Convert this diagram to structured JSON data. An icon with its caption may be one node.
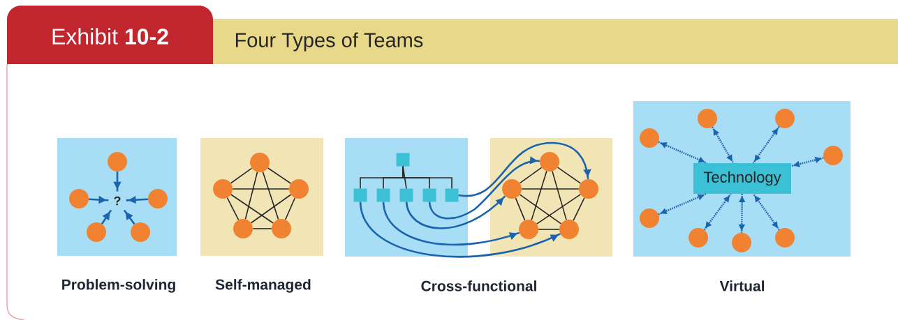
{
  "diagram": {
    "title": "Four Types of Teams",
    "nodes": [
      {
        "text": [],
        "shape": "box"
      },
      {
        "text": [
          "?"
        ],
        "in": 0
      },
      {
        "text": [],
        "shape": "circle",
        "in": 0
      },
      {
        "text": [],
        "shape": "circle",
        "in": 0
      },
      {
        "text": [],
        "shape": "circle",
        "in": 0
      },
      {
        "text": [],
        "shape": "circle",
        "in": 0
      },
      {
        "text": [],
        "shape": "circle",
        "in": 0
      },
      {
        "text": [],
        "shape": "box"
      },
      {
        "text": [],
        "shape": "circle",
        "in": 7
      },
      {
        "text": [],
        "shape": "circle",
        "in": 7
      },
      {
        "text": [],
        "shape": "circle",
        "in": 7
      },
      {
        "text": [],
        "shape": "circle",
        "in": 7
      },
      {
        "text": [],
        "shape": "circle",
        "in": 7
      },
      {
        "text": [],
        "shape": "box"
      },
      {
        "text": [],
        "shape": "box",
        "in": 13
      },
      {
        "text": [],
        "shape": "box",
        "in": 13
      },
      {
        "text": [],
        "shape": "box",
        "in": 13
      },
      {
        "text": [],
        "shape": "box",
        "in": 13
      },
      {
        "text": [],
        "shape": "box",
        "in": 13
      },
      {
        "text": [],
        "shape": "box",
        "in": 13
      },
      {
        "text": [],
        "shape": "box"
      },
      {
        "text": [],
        "shape": "circle",
        "in": 20
      },
      {
        "text": [],
        "shape": "circle",
        "in": 20
      },
      {
        "text": [],
        "shape": "circle",
        "in": 20
      },
      {
        "text": [],
        "shape": "circle",
        "in": 20
      },
      {
        "text": [],
        "shape": "circle",
        "in": 20
      },
      {
        "text": [],
        "shape": "box"
      },
      {
        "text": [],
        "shape": "circle",
        "in": 26
      },
      {
        "text": [],
        "shape": "circle",
        "in": 26
      },
      {
        "text": [],
        "shape": "circle",
        "in": 26
      },
      {
        "text": [],
        "shape": "circle",
        "in": 26
      },
      {
        "text": [
          "Technology"
        ],
        "in": 26
      },
      {
        "text": [],
        "shape": "circle",
        "in": 26
      },
      {
        "text": [],
        "shape": "circle",
        "in": 26
      },
      {
        "text": [],
        "shape": "circle",
        "in": 26
      },
      {
        "text": [],
        "shape": "circle",
        "in": 26
      }
    ],
    "edges": [
      {
        "from": 2,
        "to": 1,
        "arrow": "to",
        "color": "#1a63ad"
      },
      {
        "from": 3,
        "to": 1,
        "arrow": "to",
        "color": "#1a63ad"
      },
      {
        "from": 4,
        "to": 1,
        "arrow": "to",
        "color": "#1a63ad"
      },
      {
        "from": 5,
        "to": 1,
        "arrow": "to",
        "color": "#1a63ad"
      },
      {
        "from": 6,
        "to": 1,
        "arrow": "to",
        "color": "#1a63ad"
      },
      {
        "from": 8,
        "to": 9,
        "arrow": "none"
      },
      {
        "from": 8,
        "to": 10,
        "arrow": "none"
      },
      {
        "from": 8,
        "to": 11,
        "arrow": "none"
      },
      {
        "from": 8,
        "to": 12,
        "arrow": "none"
      },
      {
        "from": 9,
        "to": 10,
        "arrow": "none"
      },
      {
        "from": 9,
        "to": 11,
        "arrow": "none"
      },
      {
        "from": 9,
        "to": 12,
        "arrow": "none"
      },
      {
        "from": 10,
        "to": 11,
        "arrow": "none"
      },
      {
        "from": 10,
        "to": 12,
        "arrow": "none"
      },
      {
        "from": 11,
        "to": 12,
        "arrow": "none"
      },
      {
        "from": 14,
        "to": 15,
        "arrow": "none"
      },
      {
        "from": 14,
        "to": 16,
        "arrow": "none"
      },
      {
        "from": 14,
        "to": 17,
        "arrow": "none"
      },
      {
        "from": 14,
        "to": 18,
        "arrow": "none"
      },
      {
        "from": 14,
        "to": 19,
        "arrow": "none"
      },
      {
        "from": 15,
        "to": 25,
        "arrow": "to",
        "color": "#1a63ad"
      },
      {
        "from": 16,
        "to": 24,
        "arrow": "to",
        "color": "#1a63ad"
      },
      {
        "from": 17,
        "to": 22,
        "arrow": "to",
        "color": "#1a63ad"
      },
      {
        "from": 18,
        "to": 21,
        "arrow": "to",
        "color": "#1a63ad"
      },
      {
        "from": 19,
        "to": 23,
        "arrow": "to",
        "color": "#1a63ad"
      },
      {
        "from": 21,
        "to": 22,
        "arrow": "none"
      },
      {
        "from": 21,
        "to": 23,
        "arrow": "none"
      },
      {
        "from": 21,
        "to": 24,
        "arrow": "none"
      },
      {
        "from": 21,
        "to": 25,
        "arrow": "none"
      },
      {
        "from": 22,
        "to": 23,
        "arrow": "none"
      },
      {
        "from": 22,
        "to": 24,
        "arrow": "none"
      },
      {
        "from": 22,
        "to": 25,
        "arrow": "none"
      },
      {
        "from": 23,
        "to": 24,
        "arrow": "none"
      },
      {
        "from": 23,
        "to": 25,
        "arrow": "none"
      },
      {
        "from": 24,
        "to": 25,
        "arrow": "none"
      },
      {
        "from": 27,
        "to": 31,
        "arrow": "both",
        "style": "dashed",
        "color": "#1a63ad"
      },
      {
        "from": 28,
        "to": 31,
        "arrow": "both",
        "style": "dashed",
        "color": "#1a63ad"
      },
      {
        "from": 29,
        "to": 31,
        "arrow": "both",
        "style": "dashed",
        "color": "#1a63ad"
      },
      {
        "from": 30,
        "to": 31,
        "arrow": "both",
        "style": "dashed",
        "color": "#1a63ad"
      },
      {
        "from": 32,
        "to": 31,
        "arrow": "both",
        "style": "dashed",
        "color": "#1a63ad"
      },
      {
        "from": 33,
        "to": 31,
        "arrow": "both",
        "style": "dashed",
        "color": "#1a63ad"
      },
      {
        "from": 34,
        "to": 31,
        "arrow": "both",
        "style": "dashed",
        "color": "#1a63ad"
      },
      {
        "from": 35,
        "to": 31,
        "arrow": "both",
        "style": "dashed",
        "color": "#1a63ad"
      }
    ],
    "labels": [
      "Exhibit **10-2**",
      "Problem-solving",
      "Self-managed",
      "Cross-functional",
      "Virtual"
    ]
  }
}
